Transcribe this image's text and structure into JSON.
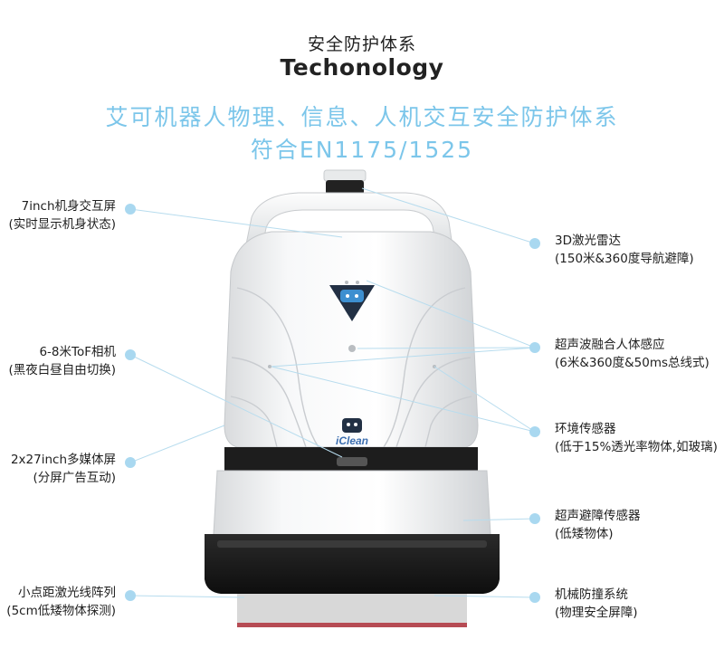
{
  "header": {
    "title_cn": "安全防护体系",
    "title_en": "Techonology",
    "subtitle_line1": "艾可机器人物理、信息、人机交互安全防护体系",
    "subtitle_line2": "符合EN1175/1525"
  },
  "robot": {
    "logo_text": "iClean"
  },
  "callouts": {
    "left": [
      {
        "line1": "7inch机身交互屏",
        "line2": "(实时显示机身状态)"
      },
      {
        "line1": "6-8米ToF相机",
        "line2": "(黑夜白昼自由切换)"
      },
      {
        "line1": "2x27inch多媒体屏",
        "line2": "(分屏广告互动)"
      },
      {
        "line1": "小点距激光线阵列",
        "line2": "(5cm低矮物体探测)"
      }
    ],
    "right": [
      {
        "line1": "3D激光雷达",
        "line2": "(150米&360度导航避障)"
      },
      {
        "line1": "超声波融合人体感应",
        "line2": "(6米&360度&50ms总线式)"
      },
      {
        "line1": "环境传感器",
        "line2": "(低于15%透光率物体,如玻璃)"
      },
      {
        "line1": "超声避障传感器",
        "line2": "(低矮物体)"
      },
      {
        "line1": "机械防撞系统",
        "line2": "(物理安全屏障)"
      }
    ]
  },
  "colors": {
    "accent": "#7cc6ea",
    "dot": "#a9d8f0",
    "line": "#b7dcee",
    "body_white": "#f4f5f6",
    "base_black": "#1c1c1c"
  }
}
